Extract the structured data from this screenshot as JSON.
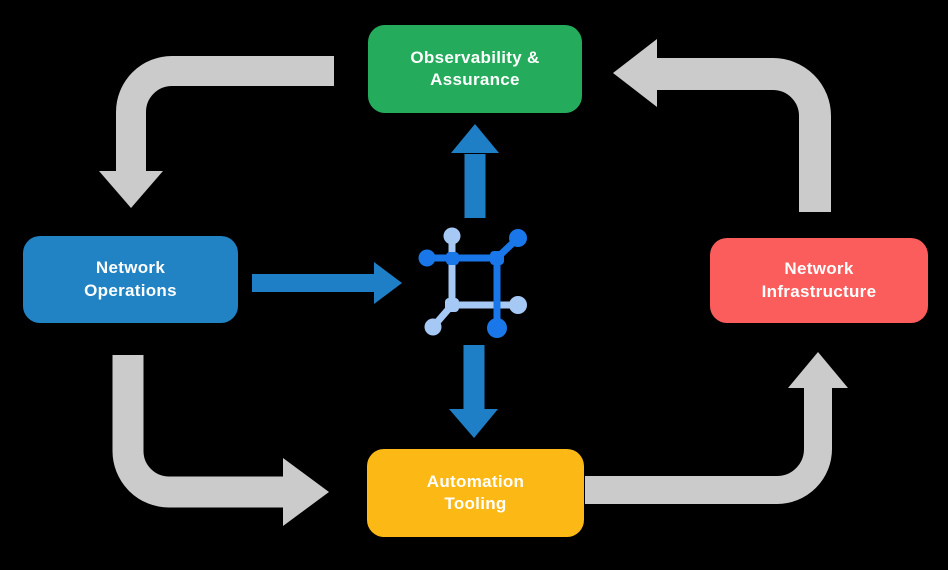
{
  "diagram": {
    "type": "cycle-diagram",
    "background_color": "#000000",
    "nodes": [
      {
        "id": "observability-assurance",
        "line1": "Observability &",
        "line2": "Assurance",
        "color": "#24AC5C",
        "text_color": "#FFFFFF"
      },
      {
        "id": "network-operations",
        "line1": "Network",
        "line2": "Operations",
        "color": "#2183C4",
        "text_color": "#FFFFFF"
      },
      {
        "id": "network-infrastructure",
        "line1": "Network",
        "line2": "Infrastructure",
        "color": "#FB5C5C",
        "text_color": "#FFFFFF"
      },
      {
        "id": "automation-tooling",
        "line1": "Automation",
        "line2": "Tooling",
        "color": "#FCB814",
        "text_color": "#FFFFFF"
      }
    ],
    "center_icon": {
      "name": "network-fabric-icon",
      "dark_color": "#1A77EA",
      "light_color": "#A6C8F5"
    },
    "cycle_arrows": {
      "color": "#CBCBCB",
      "items": [
        {
          "from": "observability-assurance",
          "to": "network-operations"
        },
        {
          "from": "network-operations",
          "to": "automation-tooling"
        },
        {
          "from": "automation-tooling",
          "to": "network-infrastructure"
        },
        {
          "from": "network-infrastructure",
          "to": "observability-assurance"
        }
      ]
    },
    "link_arrows": {
      "color": "#1F7FC6",
      "items": [
        {
          "from": "network-operations",
          "to": "center-icon"
        },
        {
          "from": "center-icon",
          "to": "observability-assurance"
        },
        {
          "from": "center-icon",
          "to": "automation-tooling"
        }
      ]
    }
  }
}
